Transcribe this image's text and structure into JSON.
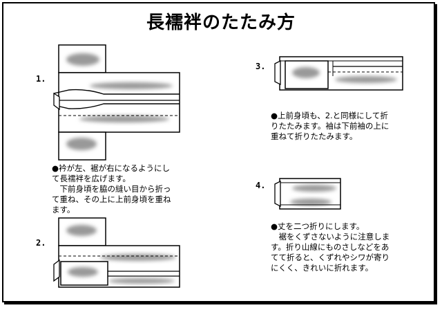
{
  "title": "長襦袢のたたみ方",
  "steps": [
    {
      "number": "1.",
      "lines": [
        "●衿が左、裾が右になるようにし",
        "て長襦袢を広げます。",
        "　下前身頃を脇の縫い目から折っ",
        "て重ね、その上に上前身頃を重ね",
        "ます。"
      ]
    },
    {
      "number": "2.",
      "lines": []
    },
    {
      "number": "3.",
      "lines": [
        "●上前身頃も、2.と同様にして折",
        "りたたみます。袖は下前袖の上に",
        "重ねて折りたたみます。"
      ]
    },
    {
      "number": "4.",
      "lines": [
        "●丈を二つ折りにします。",
        "　裾をくずさないように注意しま",
        "す。折り山線にものさしなどをあ",
        "てて折ると、くずれやシワが寄り",
        "にくく、きれいに折れます。"
      ]
    }
  ]
}
